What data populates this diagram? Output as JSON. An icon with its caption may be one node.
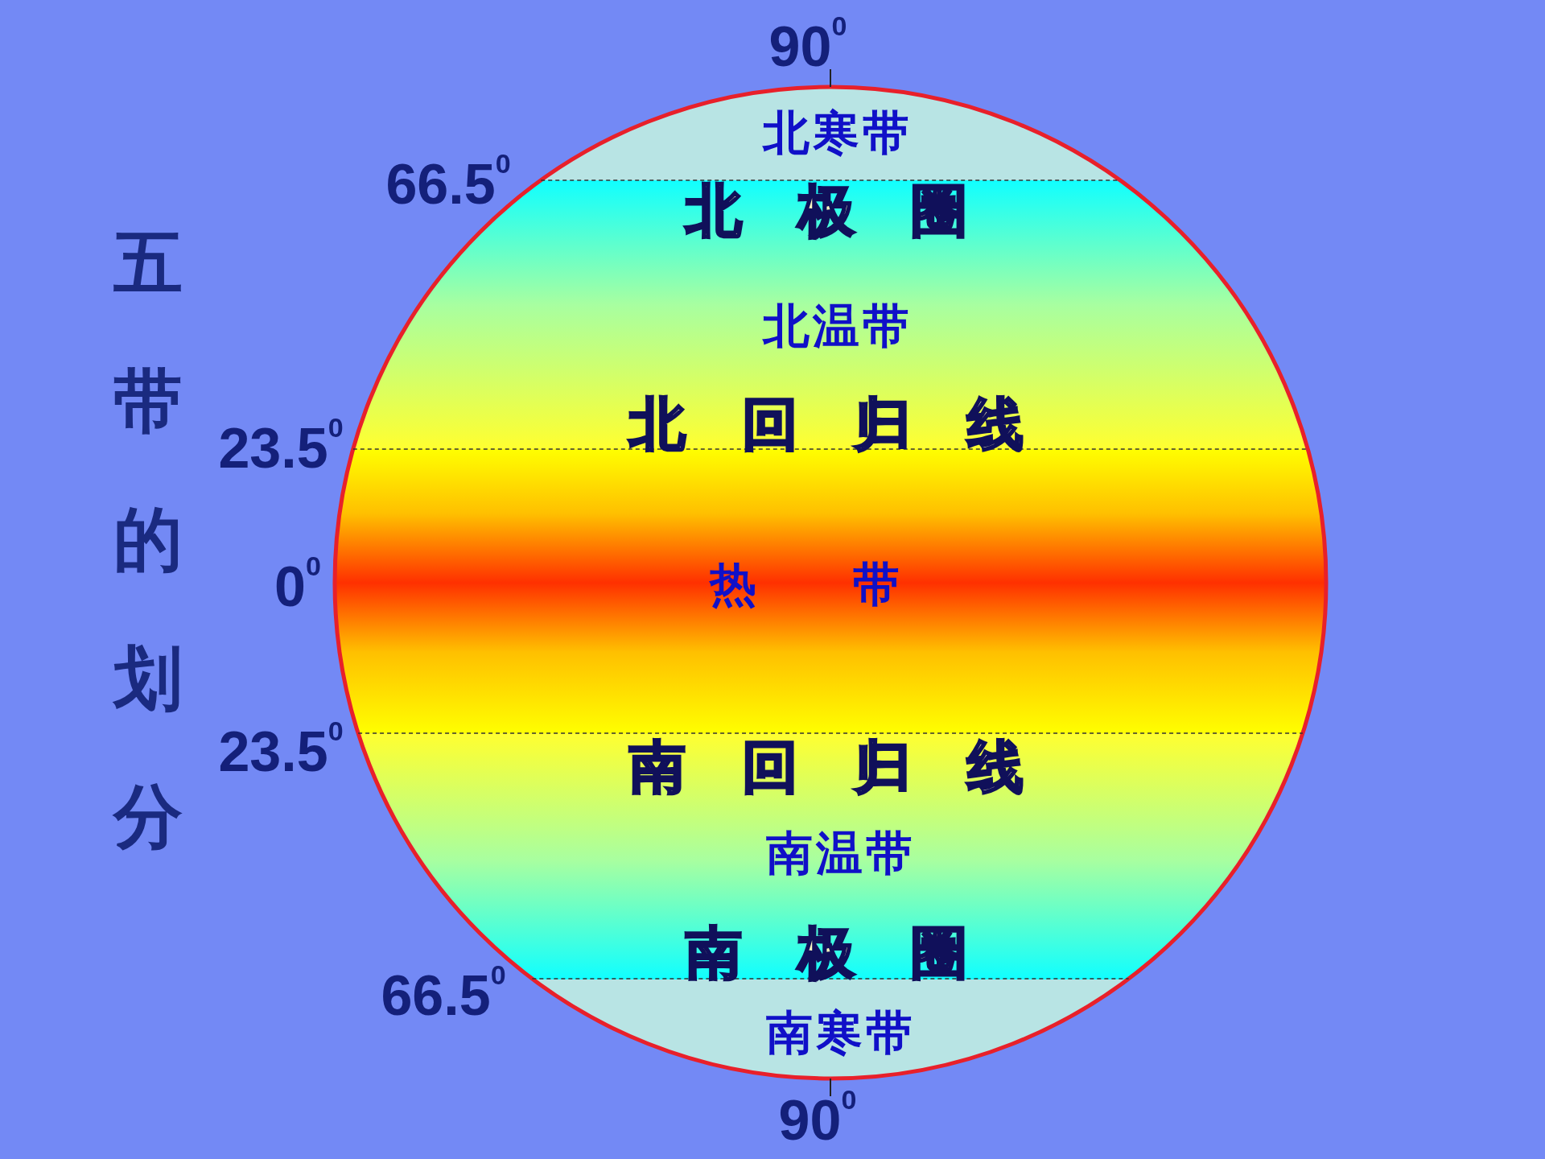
{
  "diagram": {
    "title": "五带的划分",
    "labels": [
      "90$^{0}$",
      "北寒带",
      "66.5$^{0}$",
      "北极圈",
      "北温带",
      "北回归线",
      "23.5$^{0}$",
      "0$^{0}$",
      "热带",
      "23.5$^{0}$",
      "南回归线",
      "南温带",
      "66.5$^{0}$",
      "南极圈",
      "南寒带",
      "90$^{0}$"
    ]
  }
}
